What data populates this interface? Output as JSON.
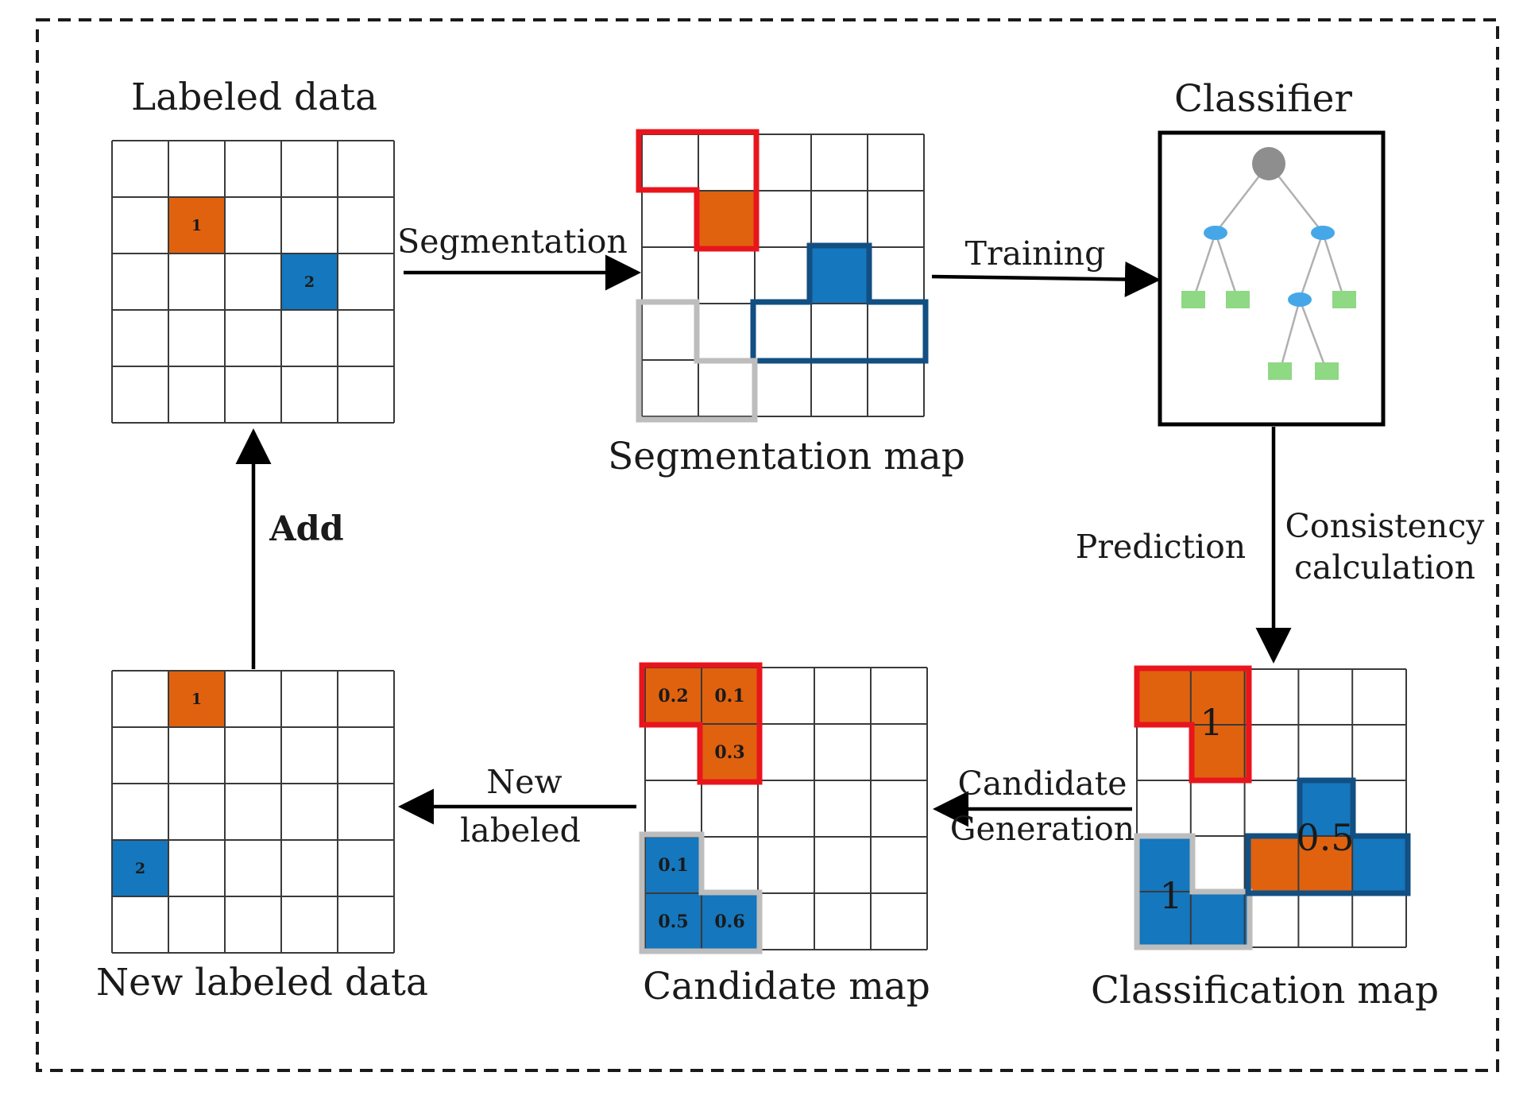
{
  "colors": {
    "class1": "#e0620f",
    "class2": "#1577bd",
    "outline_red": "#e8161c",
    "outline_blue": "#124f82",
    "outline_gray": "#bdbdbd",
    "root_node": "#8e8e8e",
    "internal_node": "#46a7e8",
    "leaf_node": "#8fd884",
    "grid_line": "#3a3a3a"
  },
  "titles": {
    "labeled_data": "Labeled data",
    "segmentation_map": "Segmentation map",
    "classifier": "Classifier",
    "classification_map": "Classification map",
    "candidate_map": "Candidate map",
    "new_labeled_data": "New labeled data"
  },
  "edges": {
    "segmentation": "Segmentation",
    "training": "Training",
    "prediction": "Prediction",
    "consistency_line1": "Consistency",
    "consistency_line2": "calculation",
    "candidate_line1": "Candidate",
    "candidate_line2": "Generation",
    "new_labeled_line1": "New",
    "new_labeled_line2": "labeled",
    "add": "Add"
  },
  "labeled_data": {
    "cell_class1": "1",
    "cell_class2": "2"
  },
  "new_labeled_data": {
    "cell_class1": "1",
    "cell_class2": "2"
  },
  "candidate_map": {
    "red_region": [
      "0.2",
      "0.1",
      "0.3"
    ],
    "gray_region": [
      "0.1",
      "0.5",
      "0.6"
    ]
  },
  "classification_map": {
    "red_region_value": "1",
    "gray_region_value": "1",
    "blue_region_value": "0.5"
  }
}
